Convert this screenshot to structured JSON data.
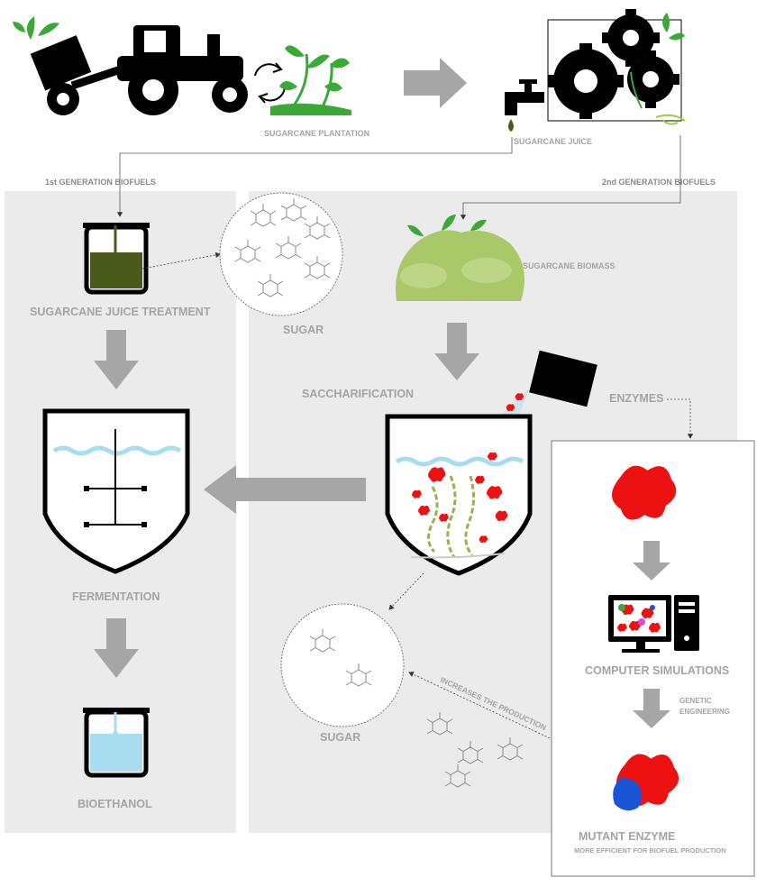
{
  "labels": {
    "plantation": "SUGARCANE PLANTATION",
    "juice": "SUGARCANE JUICE",
    "first_gen": "1st GENERATION  BIOFUELS",
    "second_gen": "2nd GENERATION  BIOFUELS",
    "biomass": "SUGARCANE BIOMASS",
    "juice_treatment": "SUGARCANE JUICE TREATMENT",
    "sugar_top": "SUGAR",
    "saccharification": "SACCHARIFICATION",
    "enzymes": "ENZYMES",
    "fermentation": "FERMENTATION",
    "bioethanol": "BIOETHANOL",
    "sugar_bottom": "SUGAR",
    "increases": "INCREASES THE PRODUCTION",
    "computer_sim": "COMPUTER SIMULATIONS",
    "genetic": "GENETIC",
    "engineering": "ENGINEERING",
    "mutant": "MUTANT ENZYME",
    "mutant_sub": "MORE EFFICIENT FOR BIOFUEL PRODUCTION"
  },
  "icons": [
    "tractor-icon",
    "recycle-icon",
    "plant-icon",
    "gears-icon",
    "faucet-icon",
    "jar-icon",
    "biomass-icon",
    "bag-icon",
    "reactor-icon",
    "computer-icon",
    "enzyme-icon",
    "molecule-icon"
  ],
  "colors": {
    "panel": "#ebebeb",
    "arrow": "#a6a6a6",
    "green": "#3aa935",
    "olive": "#4a5a1a",
    "water": "#a8dcef",
    "enzyme_red": "#ee1111",
    "mutant_blue": "#1a55d6",
    "biomass": "#a9c968"
  }
}
